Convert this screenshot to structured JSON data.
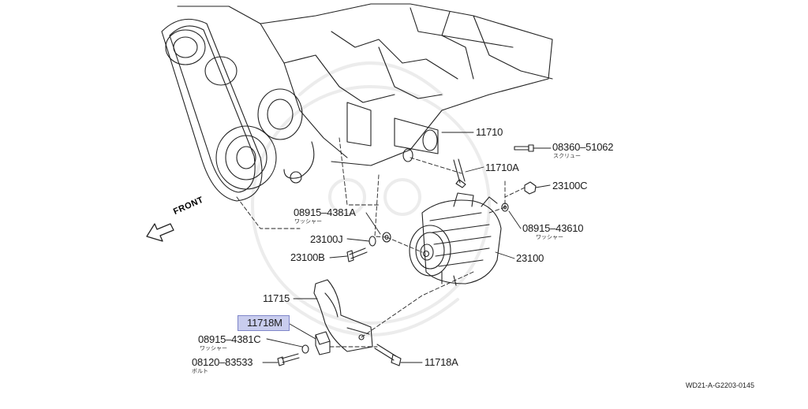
{
  "direction": "FRONT",
  "figure_code": "WD21-A-G2203-0145",
  "highlighted_part": "11718M",
  "parts": [
    {
      "number": "11710"
    },
    {
      "number": "08360–51062",
      "note": "スクリュー"
    },
    {
      "number": "11710A"
    },
    {
      "number": "23100C"
    },
    {
      "number": "08915–4381A",
      "note": "ワッシャー"
    },
    {
      "number": "08915–43610",
      "note": "ワッシャー"
    },
    {
      "number": "23100J"
    },
    {
      "number": "23100B"
    },
    {
      "number": "23100"
    },
    {
      "number": "11715"
    },
    {
      "number": "11718M"
    },
    {
      "number": "08915–4381C",
      "note": "ワッシャー"
    },
    {
      "number": "08120–83533",
      "note": "ボルト"
    },
    {
      "number": "11718A"
    }
  ]
}
